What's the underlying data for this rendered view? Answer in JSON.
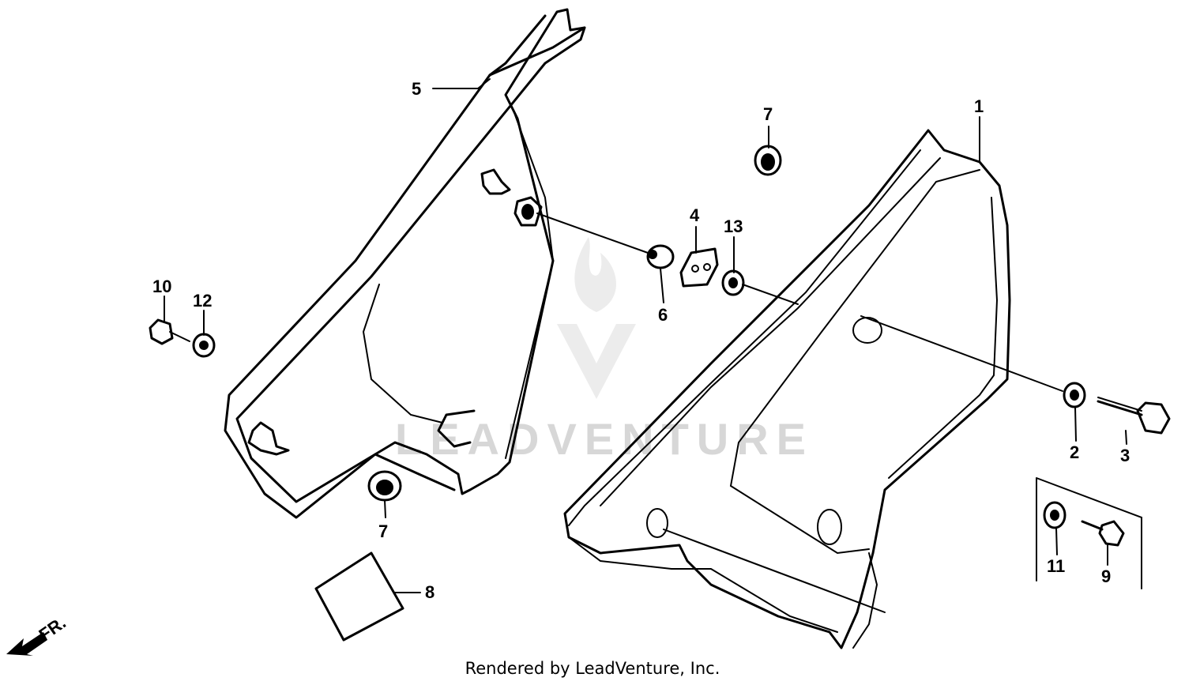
{
  "diagram": {
    "callouts": [
      {
        "id": "1",
        "label": "1"
      },
      {
        "id": "2",
        "label": "2"
      },
      {
        "id": "3",
        "label": "3"
      },
      {
        "id": "4",
        "label": "4"
      },
      {
        "id": "5",
        "label": "5"
      },
      {
        "id": "6",
        "label": "6"
      },
      {
        "id": "7a",
        "label": "7"
      },
      {
        "id": "7b",
        "label": "7"
      },
      {
        "id": "8",
        "label": "8"
      },
      {
        "id": "9",
        "label": "9"
      },
      {
        "id": "10",
        "label": "10"
      },
      {
        "id": "11",
        "label": "11"
      },
      {
        "id": "12",
        "label": "12"
      },
      {
        "id": "13",
        "label": "13"
      }
    ],
    "direction_marker": "FR.",
    "watermark_text": "LEADVENTURE",
    "footer_text": "Rendered by LeadVenture, Inc."
  }
}
